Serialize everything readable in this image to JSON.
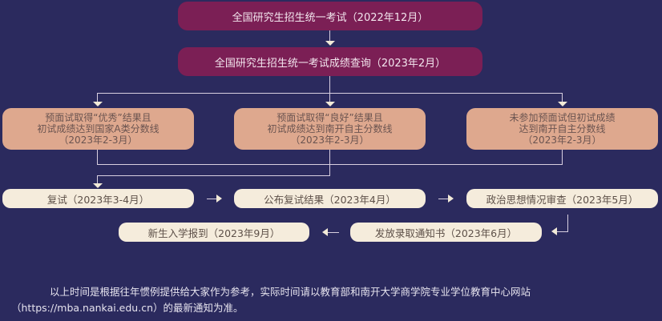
{
  "flowchart": {
    "step1": "全国研究生招生统一考试（2022年12月）",
    "step2": "全国研究生招生统一考试成绩查询（2023年2月）",
    "branches": [
      {
        "line1": "预面试取得“优秀”结果且",
        "line2": "初试成绩达到国家A类分数线",
        "line3": "（2023年2-3月）"
      },
      {
        "line1": "预面试取得“良好”结果且",
        "line2": "初试成绩达到南开自主分数线",
        "line3": "（2023年2-3月）"
      },
      {
        "line1": "未参加预面试但初试成绩",
        "line2": "达到南开自主分数线",
        "line3": "（2023年2-3月）"
      }
    ],
    "row1": [
      "复试（2023年3-4月）",
      "公布复试结果（2023年4月）",
      "政治思想情况审查（2023年5月）"
    ],
    "row2": [
      "新生入学报到（2023年9月）",
      "发放录取通知书（2023年6月）"
    ]
  },
  "note": {
    "line1": "以上时间是根据往年惯例提供给大家作为参考，实际时间请以教育部和南开大学商学院专业学位教育中心网站",
    "line2": "（https://mba.nankai.edu.cn）的最新通知为准。"
  },
  "colors": {
    "background": "#2b2a5e",
    "magenta_box": "#7b1f55",
    "peach_box": "#dea88e",
    "cream_box": "#f5ecdc"
  }
}
